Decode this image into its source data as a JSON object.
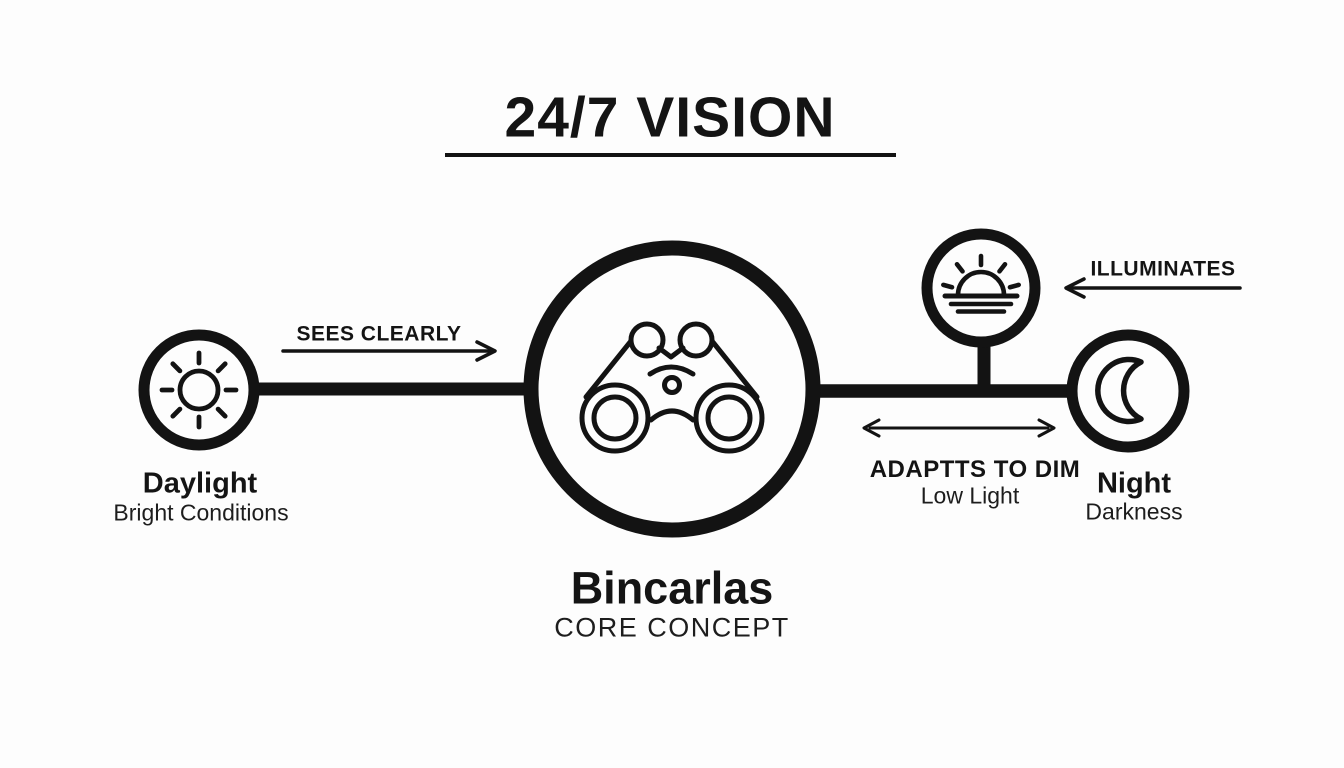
{
  "palette": {
    "ink": "#131313",
    "background": "#fdfdfd"
  },
  "title": {
    "text": "24/7 VISION"
  },
  "core": {
    "label": "Bincarlas",
    "caption": "CORE CONCEPT",
    "icon": "binoculars-icon"
  },
  "nodes": {
    "daylight": {
      "label": "Daylight",
      "caption": "Bright Conditions",
      "icon": "sun-icon"
    },
    "dawn": {
      "icon": "sunrise-icon"
    },
    "night": {
      "label": "Night",
      "caption": "Darkness",
      "icon": "moon-icon"
    }
  },
  "relations": {
    "sees_clearly": {
      "label": "SEES CLEARLY",
      "direction": "right"
    },
    "illuminates": {
      "label": "ILLUMINATES",
      "direction": "left"
    },
    "adapts": {
      "label": "ADAPTTS TO DIM",
      "caption": "Low Light",
      "direction": "both"
    }
  }
}
